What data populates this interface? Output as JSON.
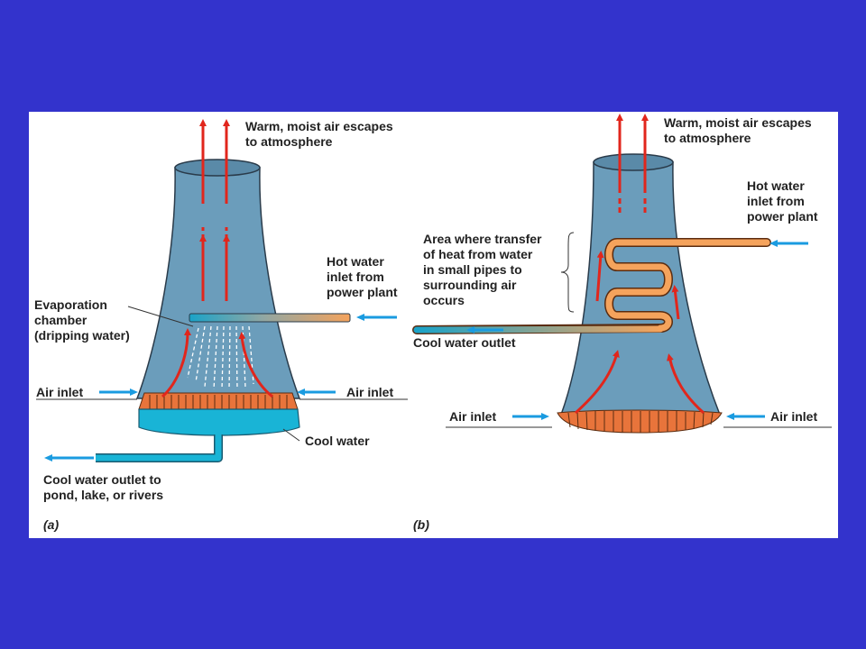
{
  "colors": {
    "background": "#3333cc",
    "tower": "#6b9dbb",
    "tower_stroke": "#2a3b4a",
    "basin_water": "#19b4d6",
    "air_arrow": "#e1261c",
    "water_arrow": "#1a9be0",
    "hot_pipe": "#f5a35c",
    "vent_orange": "#e8743b"
  },
  "icons": {
    "air_flow": "red-arrow-icon",
    "water_flow": "blue-arrow-icon"
  },
  "panel_a": {
    "letter": "(a)",
    "warm_air": "Warm, moist air escapes\nto atmosphere",
    "hot_water": "Hot water\ninlet from\npower plant",
    "evaporation": "Evaporation\nchamber\n(dripping water)",
    "air_inlet_left": "Air inlet",
    "air_inlet_right": "Air inlet",
    "cool_water": "Cool water",
    "outlet": "Cool water outlet to\npond, lake, or rivers"
  },
  "panel_b": {
    "letter": "(b)",
    "warm_air": "Warm, moist air escapes\nto atmosphere",
    "hot_water": "Hot water\ninlet from\npower plant",
    "transfer_area": "Area where transfer\nof heat from water\nin small pipes to\nsurrounding air\noccurs",
    "cool_outlet": "Cool water outlet",
    "air_inlet_left": "Air inlet",
    "air_inlet_right": "Air inlet"
  }
}
